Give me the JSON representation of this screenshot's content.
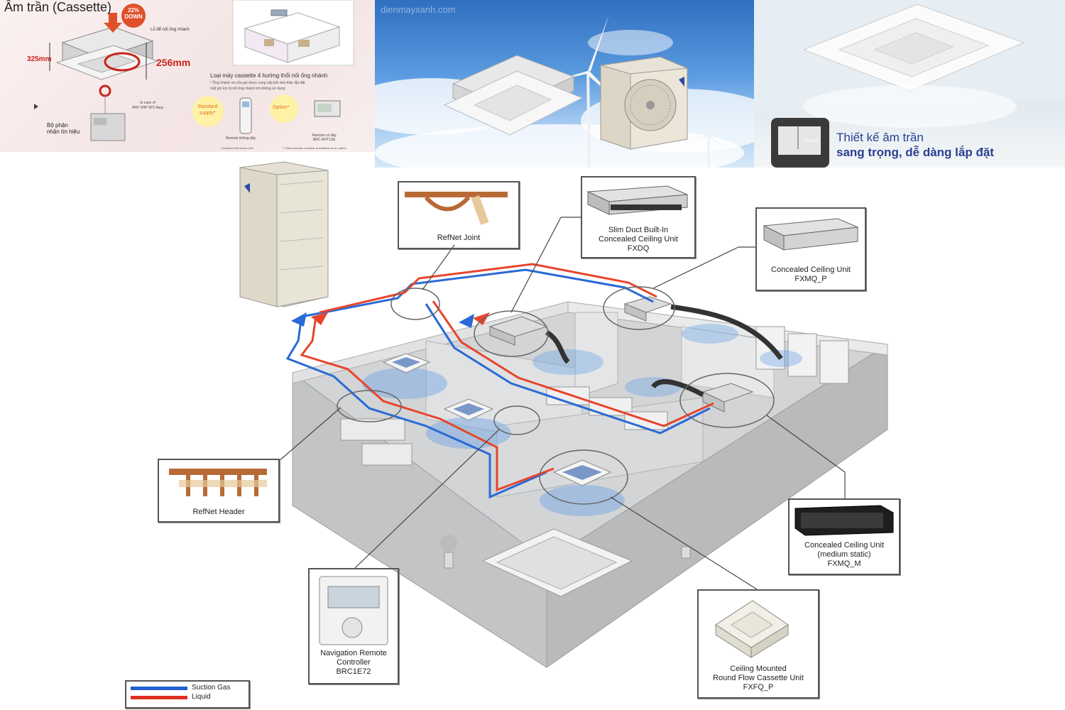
{
  "panel_cassette": {
    "title": "Âm trần (Cassette)",
    "badge": "22% DOWN",
    "dim_height": "325mm",
    "dim_depth": "256mm",
    "pipe_note": "Lỗ để nối ống nhánh",
    "caption_title": "Loại máy cassette 4 hướng thổi nối ống nhánh",
    "caption_lines": [
      "* Ống nhánh và cửa gió được cung cấp bởi nhà thầu lắp đặt",
      "mặt gió kín bị nối ống nhánh khi không sử dụng"
    ],
    "receiver_label": [
      "Bộ phận",
      "nhận tín hiệu"
    ],
    "hp_note": [
      "In case of",
      "4HP, 5HP SP1 Assy"
    ],
    "standard_supply": [
      "Standard",
      "supply*"
    ],
    "option": "Option*",
    "remote_wireless": "Remote không dây",
    "remote_wired": [
      "Remote có dây",
      "BRC-AHT1SE"
    ],
    "footnote_left": "* Included with indoor Unit",
    "footnote_right": "** Wired remote controller is available as an option"
  },
  "panel_sky": {
    "watermark": "dienmayxanh.com"
  },
  "panel_ceiling": {
    "dim": "265 mm",
    "line1": "Thiết kế âm trần",
    "line2": "sang trọng, dễ dàng lắp đặt"
  },
  "diagram": {
    "callouts": [
      {
        "id": "refnet-joint",
        "lines": [
          "RefNet Joint"
        ]
      },
      {
        "id": "fxdq",
        "lines": [
          "Slim Duct Built-In",
          "Concealed Ceiling Unit",
          "FXDQ"
        ]
      },
      {
        "id": "fxmq-p",
        "lines": [
          "Concealed Ceiling Unit",
          "FXMQ_P"
        ]
      },
      {
        "id": "refnet-header",
        "lines": [
          "RefNet Header"
        ]
      },
      {
        "id": "fxmq-m",
        "lines": [
          "Concealed Ceiling Unit",
          "(medium static)",
          "FXMQ_M"
        ]
      },
      {
        "id": "brc1e72",
        "lines": [
          "Navigation Remote",
          "Controller",
          "BRC1E72"
        ]
      },
      {
        "id": "fxfq-p",
        "lines": [
          "Ceiling Mounted",
          "Round Flow Cassette Unit",
          "FXFQ_P"
        ]
      }
    ],
    "legend": [
      {
        "label": "Suction Gas",
        "color": "#2060d0"
      },
      {
        "label": "Liquid",
        "color": "#e03020"
      }
    ]
  },
  "colors": {
    "suction": "#2a6ad6",
    "liquid": "#e8452c",
    "badge": "#e0502a",
    "dimension_red": "#c8241c",
    "brand_blue": "#2a3f8f"
  }
}
